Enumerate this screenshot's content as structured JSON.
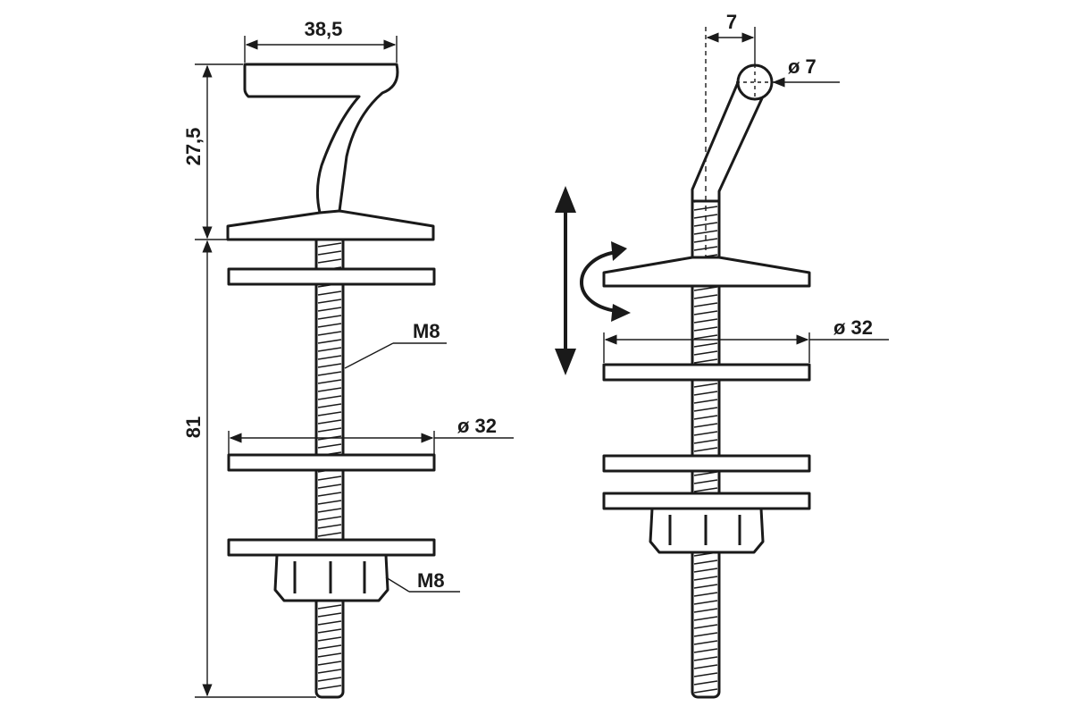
{
  "figure": {
    "left_view": {
      "dim_width": "38,5",
      "dim_head_height": "27,5",
      "dim_shank_length": "81",
      "label_thread": "M8",
      "label_washer_diameter": "ø 32",
      "label_nut": "M8"
    },
    "right_view": {
      "dim_offset": "7",
      "label_pin_diameter": "ø 7",
      "label_washer_diameter": "ø 32"
    },
    "icons": [
      "vertical-double-arrow-icon",
      "rotate-arrow-icon"
    ]
  }
}
